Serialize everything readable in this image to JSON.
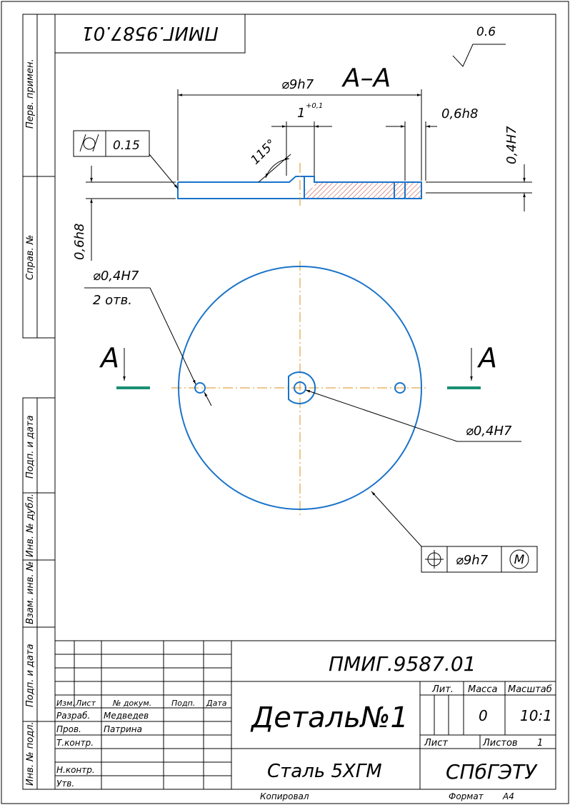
{
  "drawing": {
    "designation": "ПМИГ.9587.01",
    "designation_mirrored": "ПМИГ.9587.01",
    "surface_roughness": "0.6",
    "section_label": "А–А",
    "section_marker": "А",
    "dims": {
      "outer_diameter": "⌀9h7",
      "step_width": "1",
      "step_tolerance": "+0,1",
      "chamfer_angle": "115°",
      "right_thickness": "0,6h8",
      "right_vertical": "0,4H7",
      "left_thickness": "0,6h8",
      "hole_left_diam": "⌀0,4H7",
      "hole_left_count": "2 отв.",
      "hole_center_diam": "⌀0,4H7"
    },
    "flatness_tolerance": "0.15",
    "position_frame": {
      "value": "⌀9h7",
      "modifier": "M"
    }
  },
  "side_stamps": [
    "Перв. примен.",
    "Справ. №",
    "Подп. и дата",
    "Инв. № дубл.",
    "Взам. инв. №",
    "Подп. и дата",
    "Инв. № подл."
  ],
  "title_block": {
    "designation": "ПМИГ.9587.01",
    "part_name": "Деталь№1",
    "material": "Сталь 5ХГМ",
    "organization": "СПбГЭТУ",
    "headers": {
      "izm": "Изм.",
      "list": "Лист",
      "doc_no": "№ докум.",
      "sign": "Подп.",
      "date": "Дата"
    },
    "roles": {
      "developer": "Разраб.",
      "checker": "Пров.",
      "tech_control": "Т.контр.",
      "norm_control": "Н.контр.",
      "approved": "Утв."
    },
    "names": {
      "developer": "Медведев",
      "checker": "Патрина"
    },
    "lit_label": "Лит.",
    "mass_label": "Масса",
    "scale_label": "Масштаб",
    "mass_value": "0",
    "scale_value": "10:1",
    "sheet_label": "Лист",
    "sheets_label": "Листов",
    "sheets_value": "1",
    "copied": "Копировал",
    "format_label": "Формат",
    "format_value": "А4"
  }
}
